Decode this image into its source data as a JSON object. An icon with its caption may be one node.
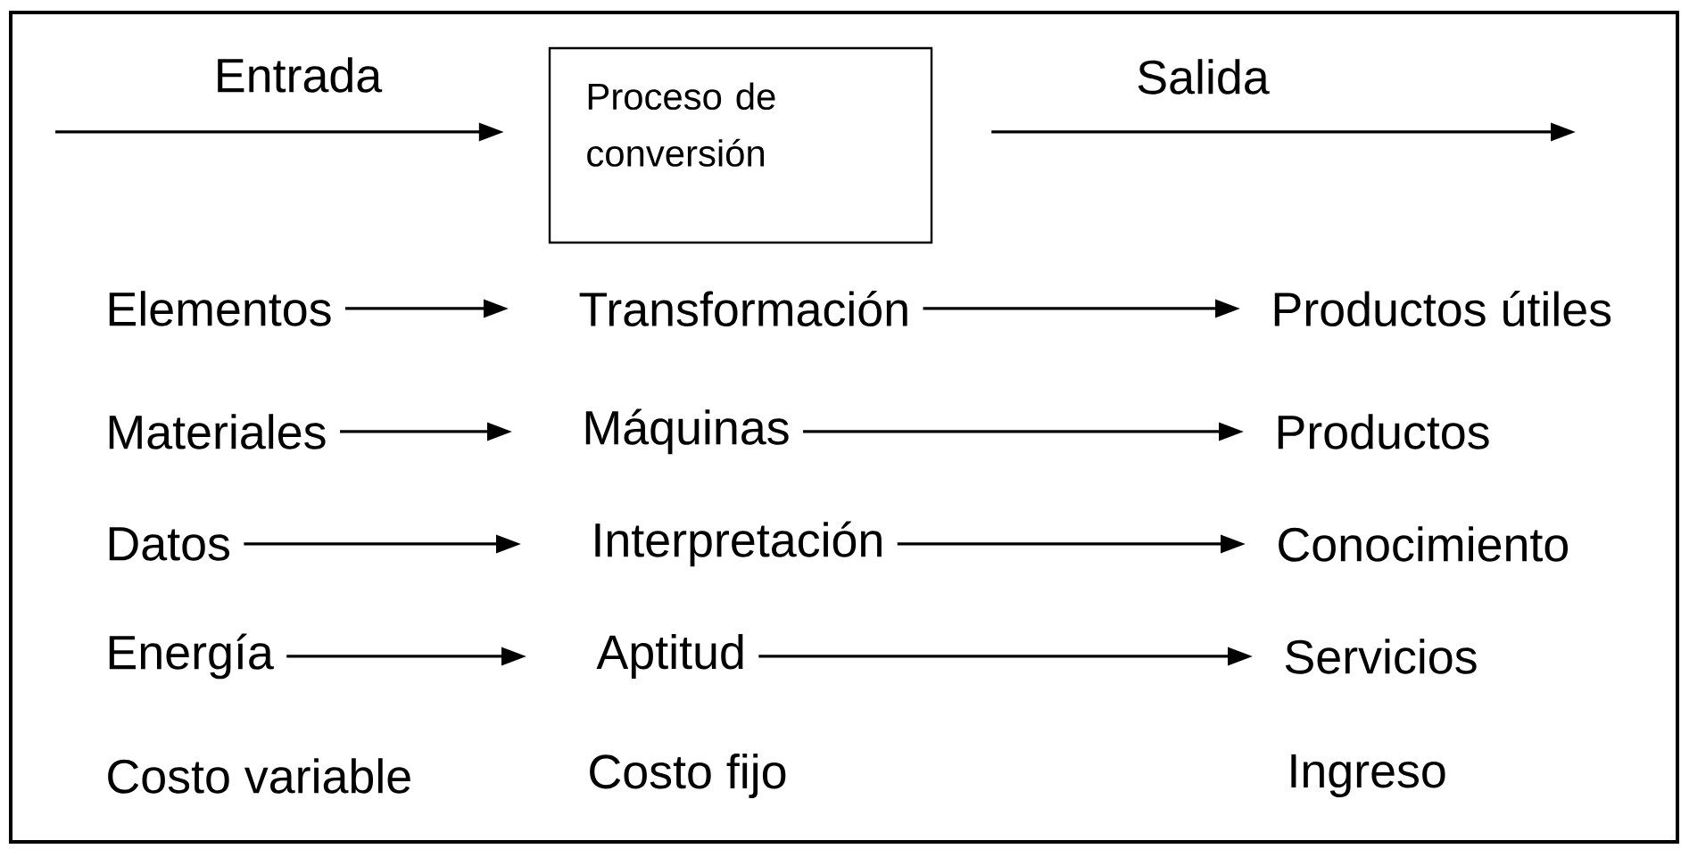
{
  "diagram": {
    "nodes": [
      {
        "text": [
          "Proceso de conversión"
        ]
      },
      {
        "text": [
          "Elementos"
        ]
      },
      {
        "text": [
          "Transformación"
        ]
      },
      {
        "text": [
          "Productos útiles"
        ]
      },
      {
        "text": [
          "Materiales"
        ]
      },
      {
        "text": [
          "Máquinas"
        ]
      },
      {
        "text": [
          "Productos"
        ]
      },
      {
        "text": [
          "Datos"
        ]
      },
      {
        "text": [
          "Interpretación"
        ]
      },
      {
        "text": [
          "Conocimiento"
        ]
      },
      {
        "text": [
          "Energía"
        ]
      },
      {
        "text": [
          "Aptitud"
        ]
      },
      {
        "text": [
          "Servicios"
        ]
      },
      {
        "text": [
          "Costo variable"
        ]
      },
      {
        "text": [
          "Costo fijo"
        ]
      },
      {
        "text": [
          "Ingreso"
        ]
      }
    ],
    "edges": [
      {
        "from": null,
        "to": 0,
        "arrow": "to",
        "label": "Entrada"
      },
      {
        "from": 0,
        "to": null,
        "arrow": "to",
        "label": "Salida"
      },
      {
        "from": 1,
        "to": 2,
        "arrow": "to"
      },
      {
        "from": 2,
        "to": 3,
        "arrow": "to"
      },
      {
        "from": 4,
        "to": 5,
        "arrow": "to"
      },
      {
        "from": 5,
        "to": 6,
        "arrow": "to"
      },
      {
        "from": 7,
        "to": 8,
        "arrow": "to"
      },
      {
        "from": 8,
        "to": 9,
        "arrow": "to"
      },
      {
        "from": 10,
        "to": 11,
        "arrow": "to"
      },
      {
        "from": 11,
        "to": 12,
        "arrow": "to"
      }
    ]
  }
}
